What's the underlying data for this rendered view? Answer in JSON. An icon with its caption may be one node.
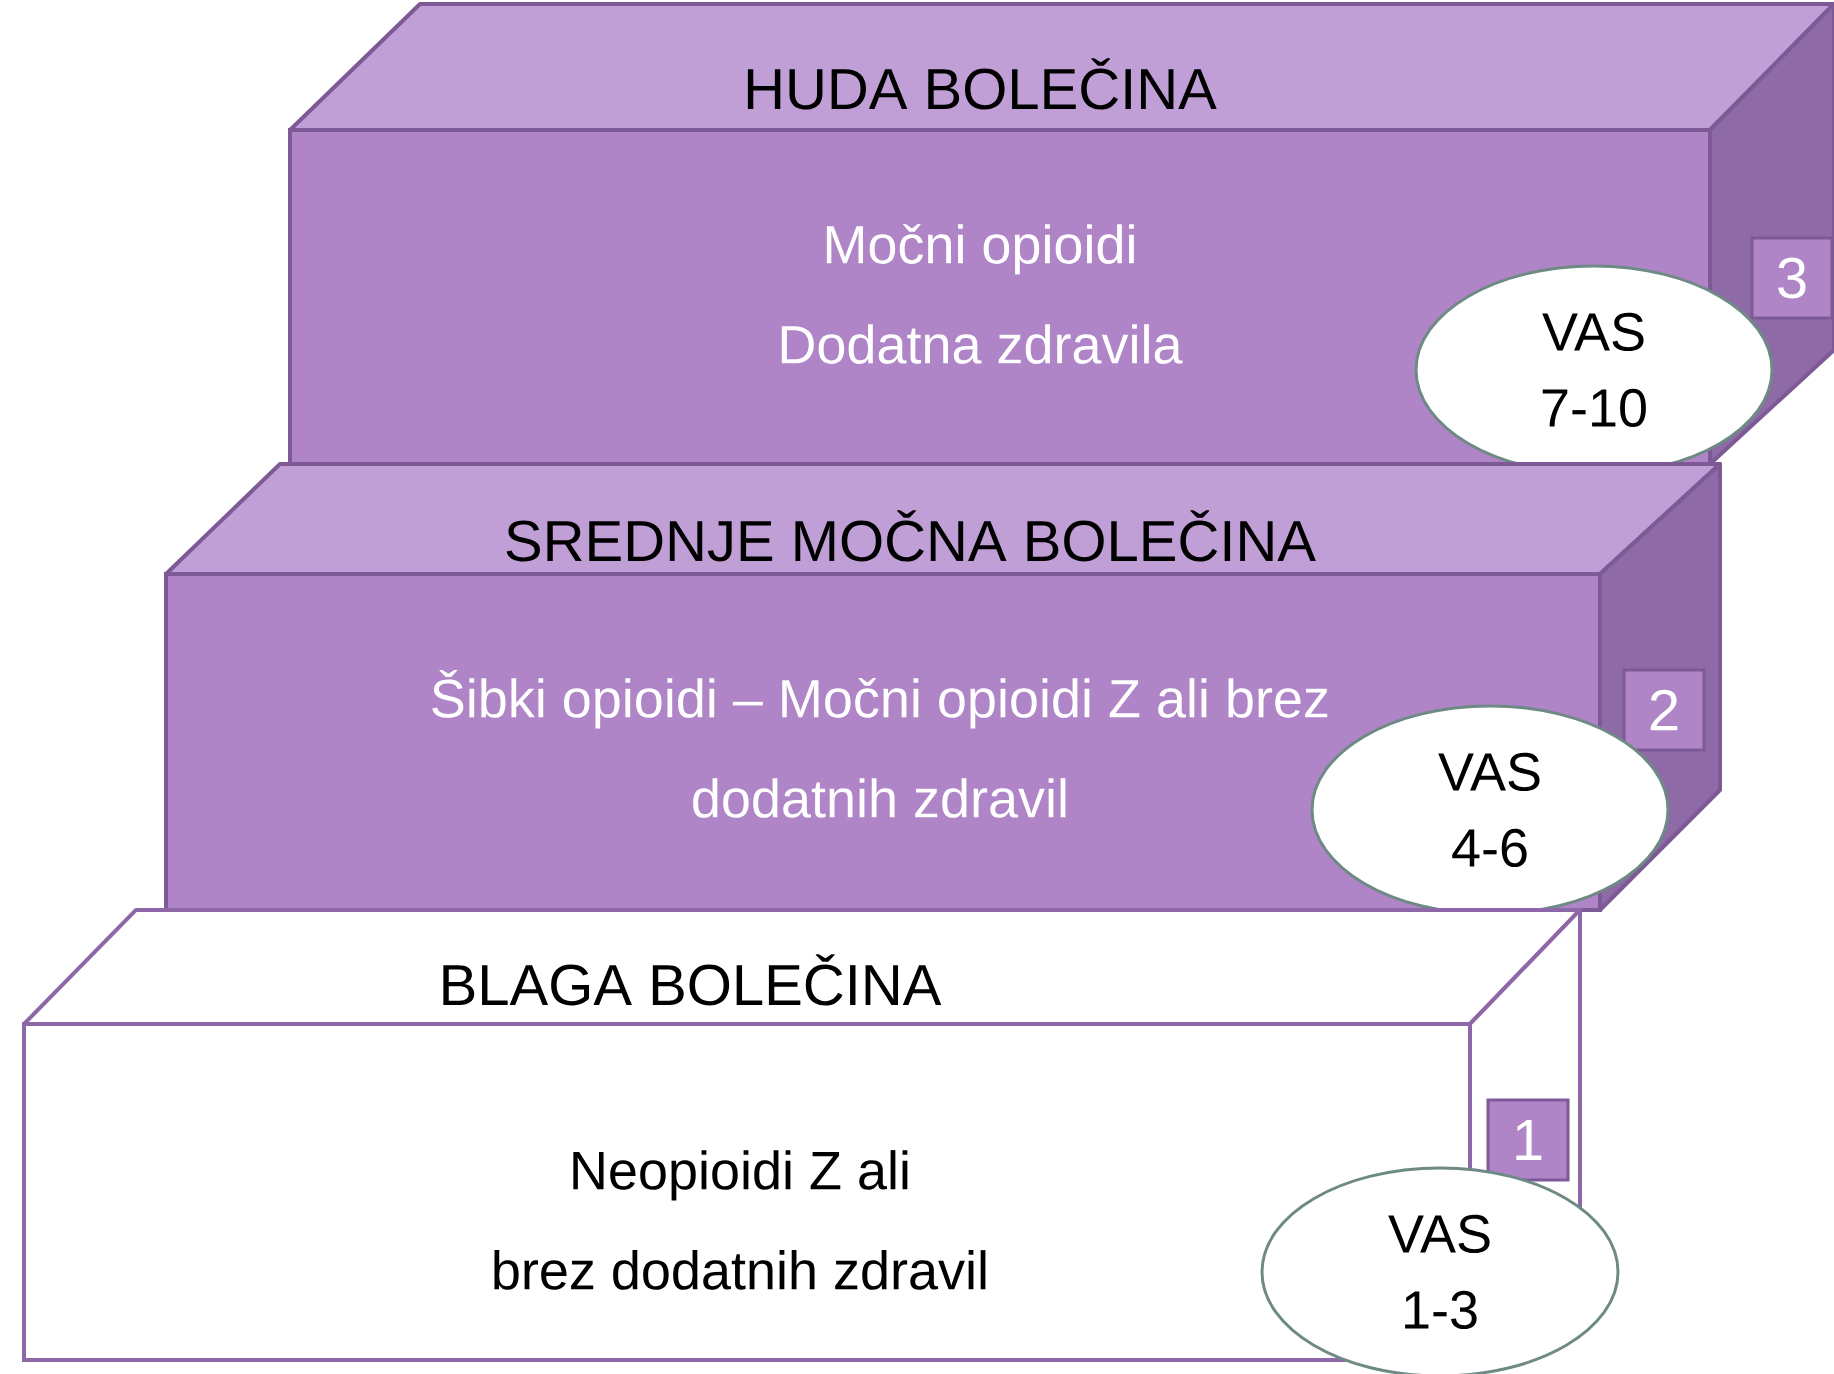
{
  "diagram": {
    "nodes": [
      {
        "text": [
          "HUDA BOLEČINA",
          "Močni opioidi Dodatna zdravila"
        ]
      },
      {
        "text": [
          "3"
        ]
      },
      {
        "text": [
          "VAS 7-10"
        ]
      },
      {
        "text": [
          "SREDNJE MOČNA BOLEČINA",
          "Šibki opioidi – Močni opioidi Z ali brez dodatnih zdravil"
        ]
      },
      {
        "text": [
          "2"
        ]
      },
      {
        "text": [
          "VAS 4-6"
        ]
      },
      {
        "text": [
          "BLAGA BOLEČINA",
          "Neopioidi Z ali brez dodatnih zdravil"
        ]
      },
      {
        "text": [
          "1"
        ]
      },
      {
        "text": [
          "VAS 1-3"
        ]
      }
    ]
  }
}
